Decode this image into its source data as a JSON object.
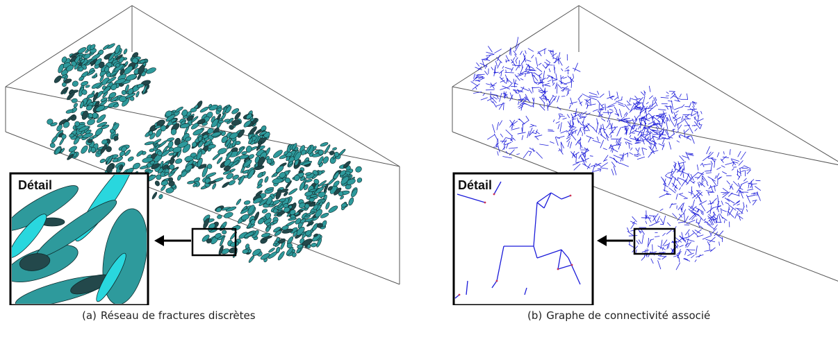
{
  "figure": {
    "panels": [
      {
        "tag": "(a)",
        "caption": "Réseau de fractures discrètes",
        "inset_label": "Détail",
        "colors": {
          "fracture": "#2e9a9c",
          "fracture_dark": "#23484b",
          "fracture_light": "#29d7de",
          "box": "#555555"
        }
      },
      {
        "tag": "(b)",
        "caption": "Graphe de connectivité associé",
        "inset_label": "Détail",
        "colors": {
          "edge": "#1a1ad9",
          "node": "#cc3355",
          "box": "#555555"
        }
      }
    ]
  }
}
